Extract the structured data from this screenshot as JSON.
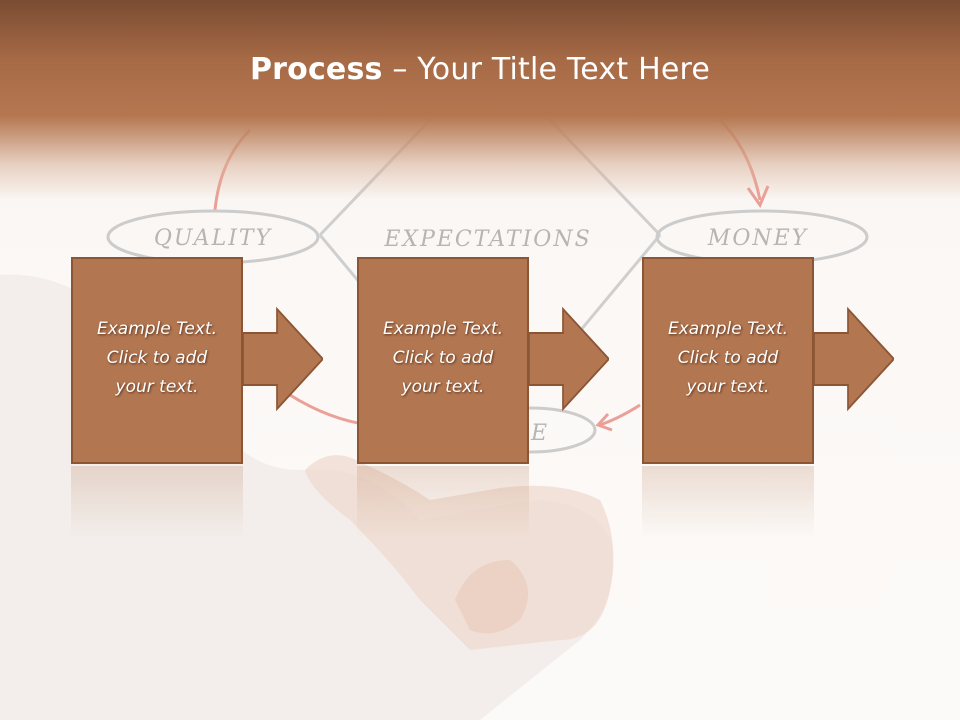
{
  "slide": {
    "title_bold": "Process",
    "title_rest": " – Your Title Text Here"
  },
  "background": {
    "ovals": [
      "QUALITY",
      "EXPECTATIONS",
      "MONEY",
      "E"
    ]
  },
  "steps": [
    {
      "line1": "Example Text.",
      "line2": "Click  to add",
      "line3": "your text."
    },
    {
      "line1": "Example Text.",
      "line2": "Click  to add",
      "line3": "your text."
    },
    {
      "line1": "Example Text.",
      "line2": "Click  to add",
      "line3": "your text."
    }
  ],
  "colors": {
    "box_fill": "#b27650",
    "box_border": "#8c5534",
    "title_band": "#a66a46",
    "sketch_red": "#e78a80"
  }
}
